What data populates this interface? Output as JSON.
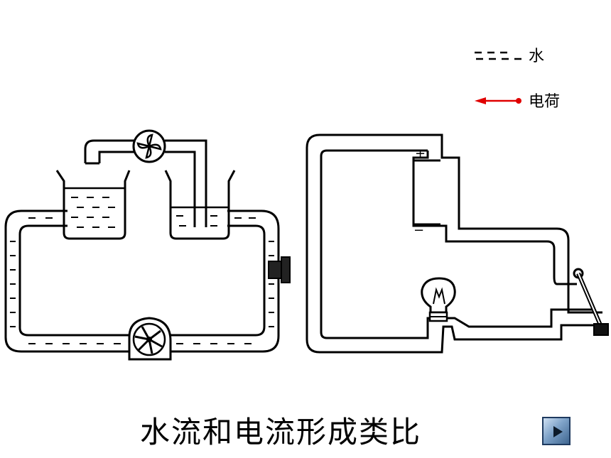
{
  "legend": {
    "water_label": "水",
    "charge_label": "电荷",
    "charge_color": "#e00000"
  },
  "circuit": {
    "plus_sign": "+",
    "minus_sign": "−"
  },
  "caption": "水流和电流形成类比",
  "play_button_icon": "play-icon"
}
